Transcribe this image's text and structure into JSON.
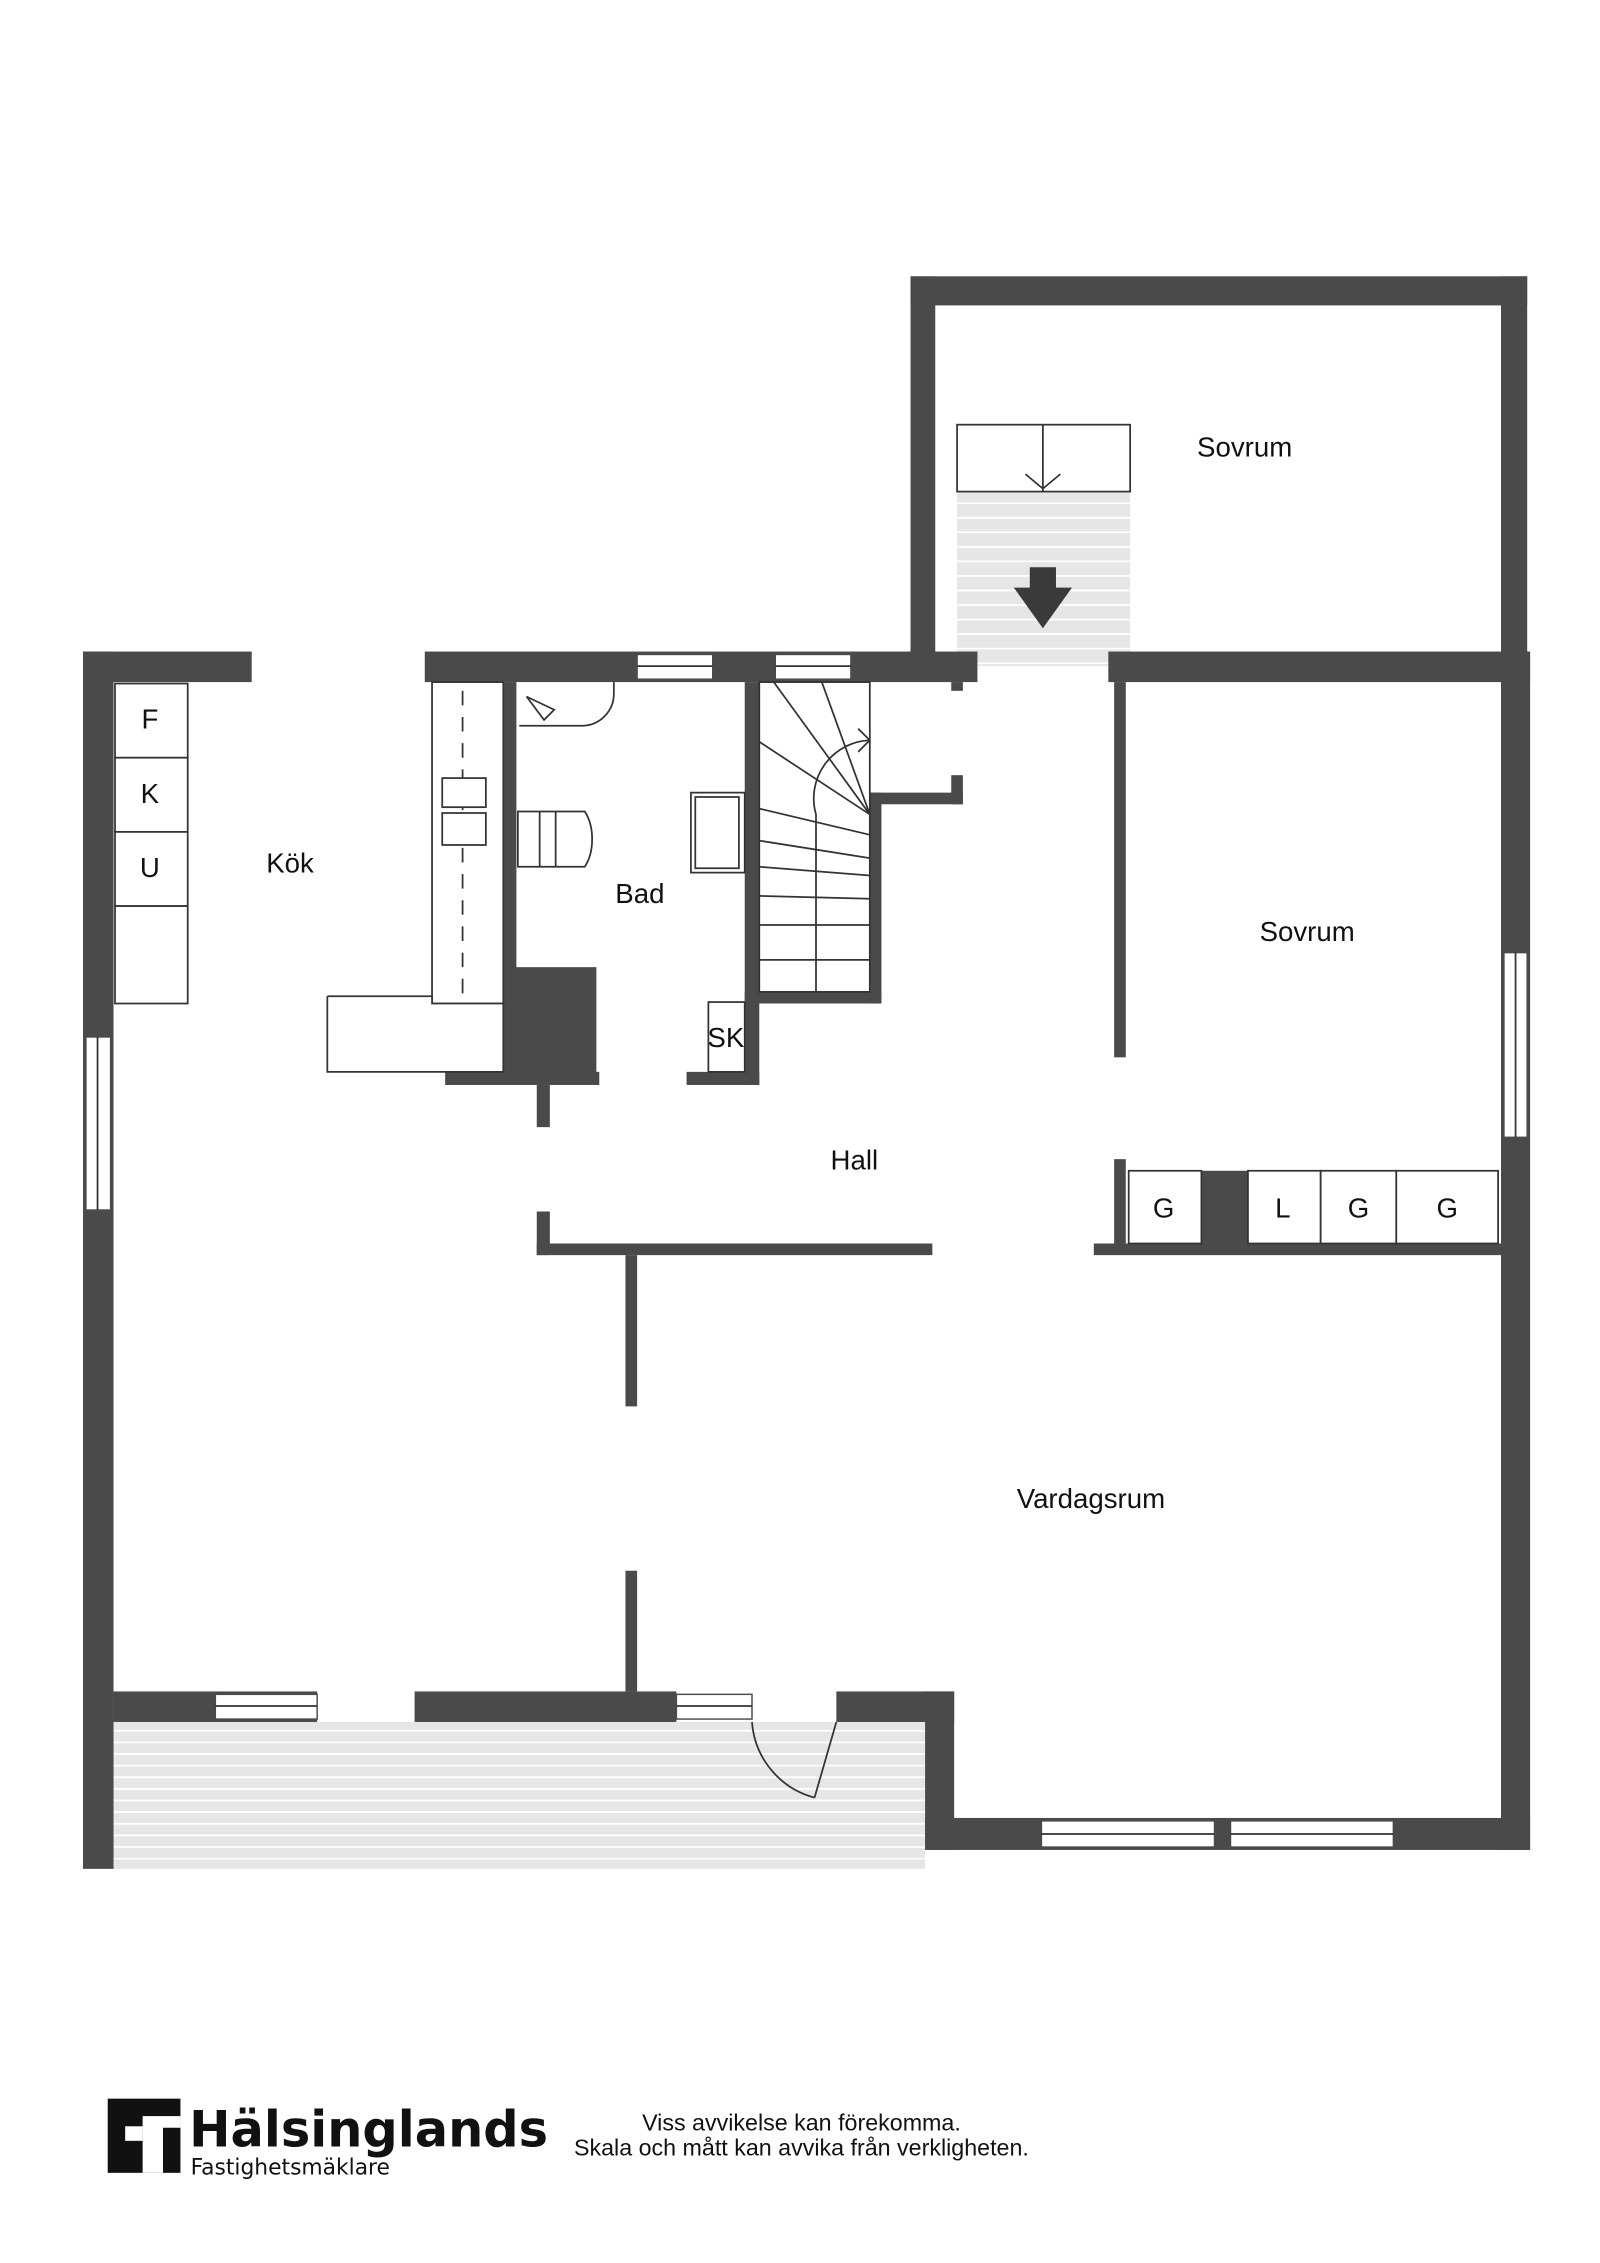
{
  "rooms": {
    "kok": "Kök",
    "bad": "Bad",
    "hall": "Hall",
    "sovrum_upper": "Sovrum",
    "sovrum_right": "Sovrum",
    "vardagsrum": "Vardagsrum"
  },
  "fixtures": {
    "fridge": "F",
    "freezer": "K",
    "oven": "U",
    "closet": "SK",
    "wardrobes": [
      "G",
      "L",
      "G",
      "G"
    ]
  },
  "footer": {
    "brand_name": "Hälsinglands",
    "brand_sub": "Fastighetsmäklare",
    "disclaimer_line1": "Viss avvikelse kan förekomma.",
    "disclaimer_line2": "Skala och mått kan avvika från verkligheten."
  },
  "colors": {
    "wall": "#4a4a4a",
    "deck": "#e6e6e6"
  }
}
